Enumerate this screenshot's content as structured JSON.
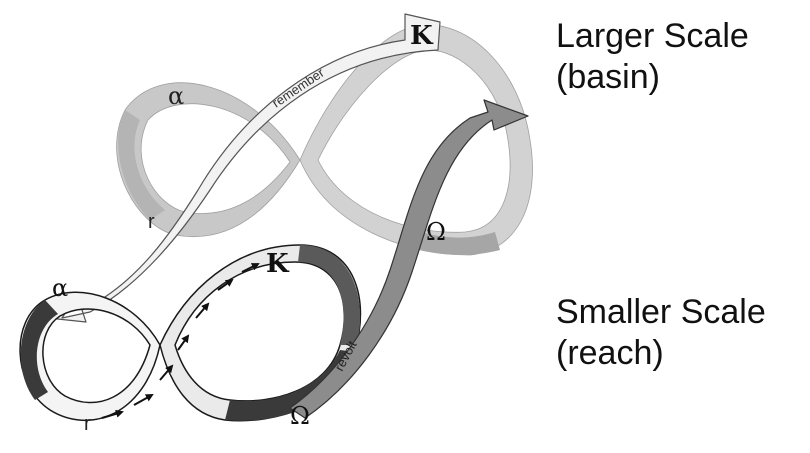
{
  "larger": {
    "title": "Larger Scale",
    "subtitle": "(basin)",
    "labels": {
      "alpha": "α",
      "r": "r",
      "K": "K",
      "omega": "Ω"
    }
  },
  "smaller": {
    "title": "Smaller Scale",
    "subtitle": "(reach)",
    "labels": {
      "alpha": "α",
      "r": "r",
      "K": "K",
      "omega": "Ω"
    }
  },
  "connectors": {
    "remember": "remember",
    "revolt": "revolt"
  },
  "colors": {
    "large_band": "#c8c8c8",
    "large_band_dark": "#a6a6a6",
    "remember_band": "#f2f2f2",
    "revolt_band": "#8c8c8c",
    "small_band_light": "#f4f4f4",
    "small_band_dark": "#3a3a3a",
    "outline": "#1a1a1a"
  }
}
